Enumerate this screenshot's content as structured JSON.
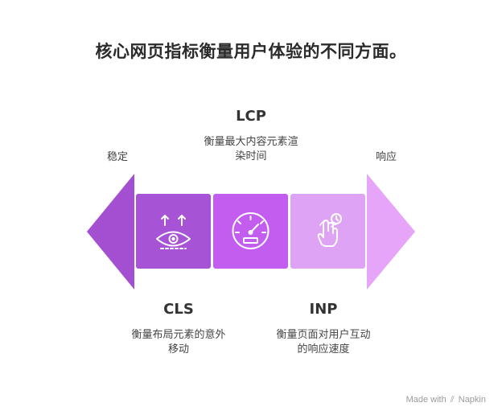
{
  "title": "核心网页指标衡量用户体验的不同方面。",
  "ends": {
    "left_label": "稳定",
    "right_label": "响应"
  },
  "segments": [
    {
      "id": "cls",
      "heading": "CLS",
      "description_line1": "衡量布局元素的意外",
      "description_line2": "移动",
      "color": "#a653d6",
      "icon": "eye-arrows-icon"
    },
    {
      "id": "lcp",
      "heading": "LCP",
      "description_line1": "衡量最大内容元素渲",
      "description_line2": "染时间",
      "color": "#c35df0",
      "icon": "speedometer-icon"
    },
    {
      "id": "inp",
      "heading": "INP",
      "description_line1": "衡量页面对用户互动",
      "description_line2": "的响应速度",
      "color": "#dfa3f5",
      "icon": "hand-clock-icon"
    }
  ],
  "colors": {
    "left_arrow": "#a44fd2",
    "right_arrow": "#e6a5f8"
  },
  "watermark": {
    "text": "Made with",
    "brand": "Napkin"
  }
}
